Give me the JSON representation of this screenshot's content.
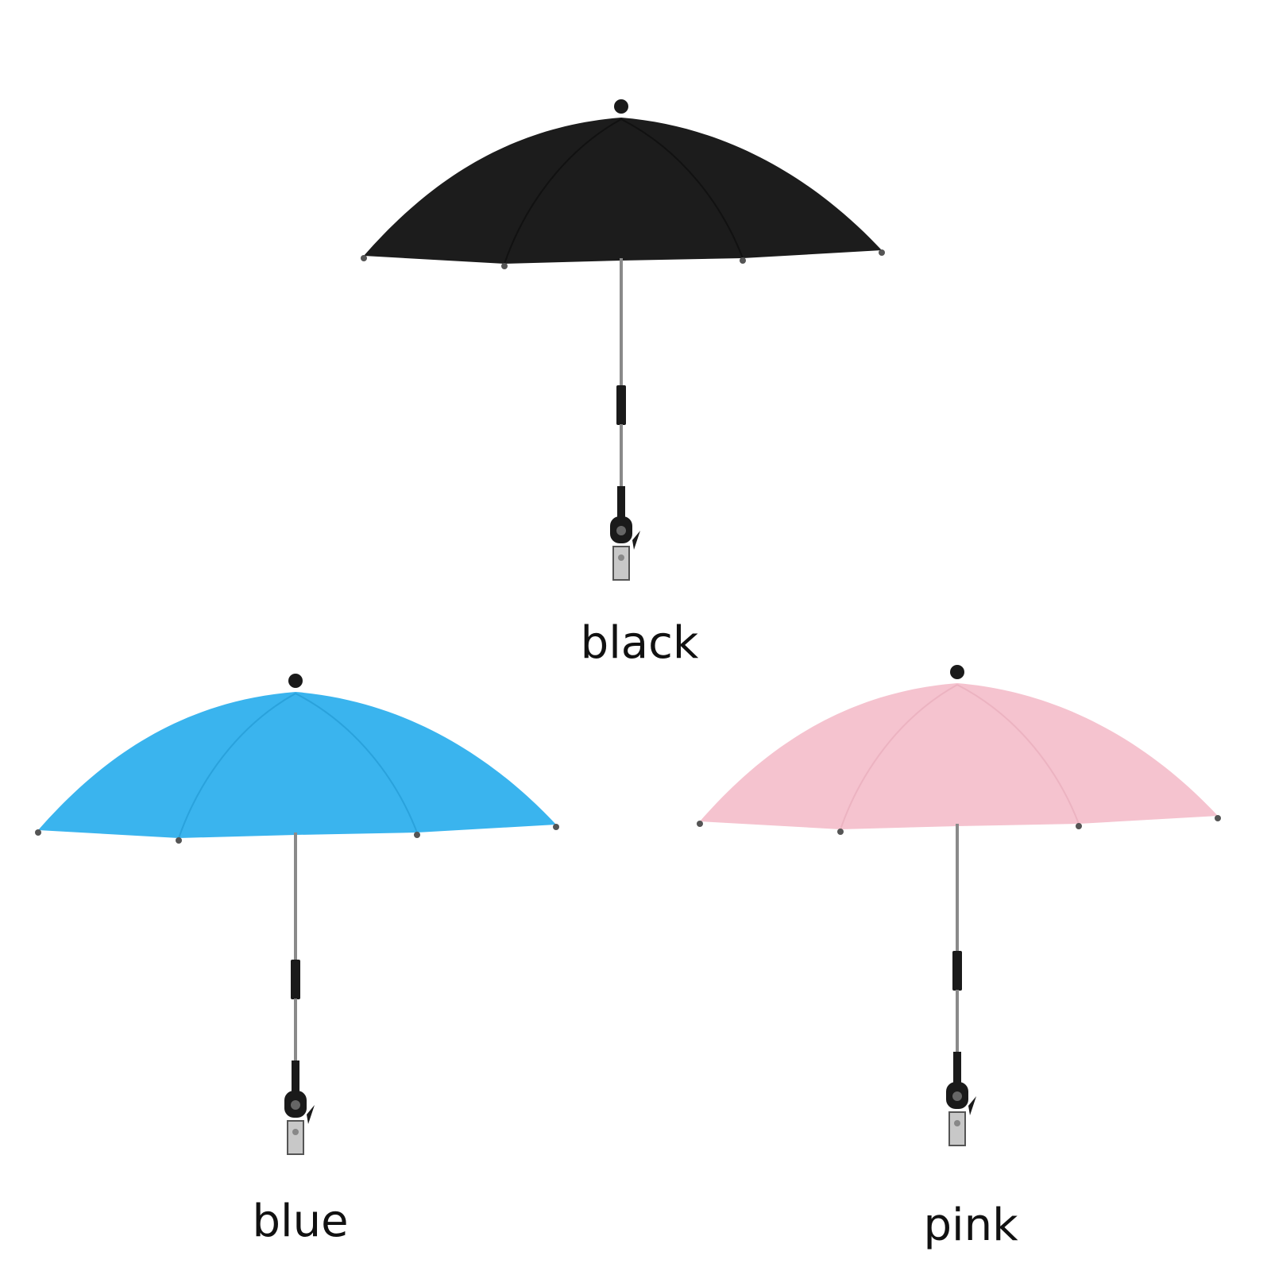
{
  "umbrellas": [
    {
      "label": "black",
      "canopy_color": "#1c1c1c",
      "canopy_shade": "#111111"
    },
    {
      "label": "blue",
      "canopy_color": "#3ab4ee",
      "canopy_shade": "#2aa2dc"
    },
    {
      "label": "pink",
      "canopy_color": "#f5c3cf",
      "canopy_shade": "#ecb3c1"
    }
  ],
  "hardware_color": "#1a1a1a",
  "pole_color": "#8a8a8a",
  "clip_color": "#c8c8c8"
}
